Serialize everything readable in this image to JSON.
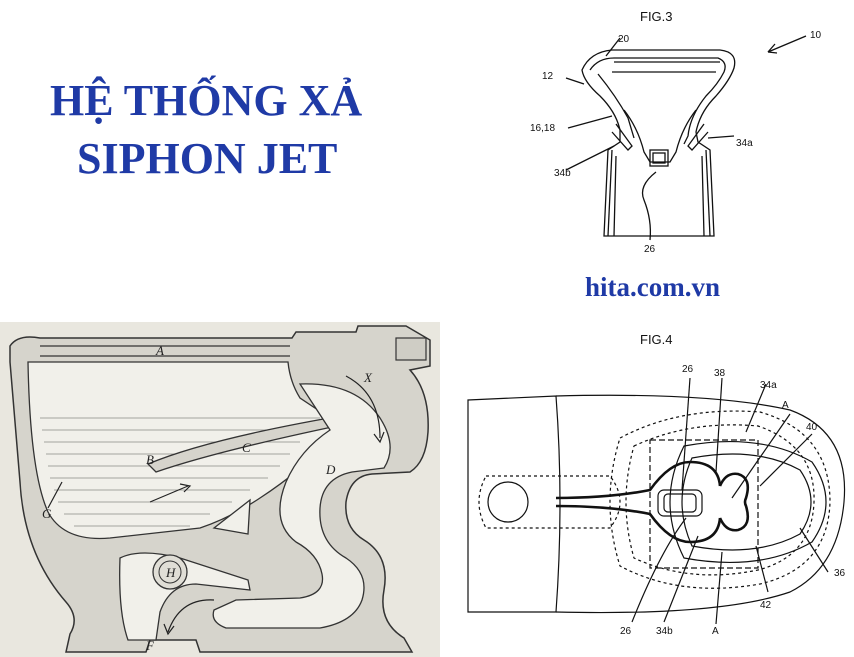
{
  "title": {
    "line1": "HỆ THỐNG XẢ",
    "line2": "SIPHON JET"
  },
  "site": "hita.com.vn",
  "fig3": {
    "caption": "FIG.3",
    "labels": {
      "ref10": "10",
      "ref20": "20",
      "ref12": "12",
      "ref1618": "16,18",
      "ref34a": "34a",
      "ref34b": "34b",
      "ref26": "26"
    }
  },
  "fig4": {
    "caption": "FIG.4",
    "labels": {
      "ref26top": "26",
      "ref38": "38",
      "ref34a": "34a",
      "refAtop": "A",
      "ref40": "40",
      "ref36": "36",
      "ref42": "42",
      "ref26bot": "26",
      "ref34b": "34b",
      "refAbot": "A"
    }
  },
  "historic": {
    "labels": {
      "A": "A",
      "B": "B",
      "C": "C",
      "D": "D",
      "F": "F",
      "G": "G",
      "H": "H",
      "X": "X"
    }
  },
  "colors": {
    "title": "#1f3aa6",
    "line": "#111111",
    "paper": "#e9e7df",
    "porcelain": "#d6d4cc"
  }
}
